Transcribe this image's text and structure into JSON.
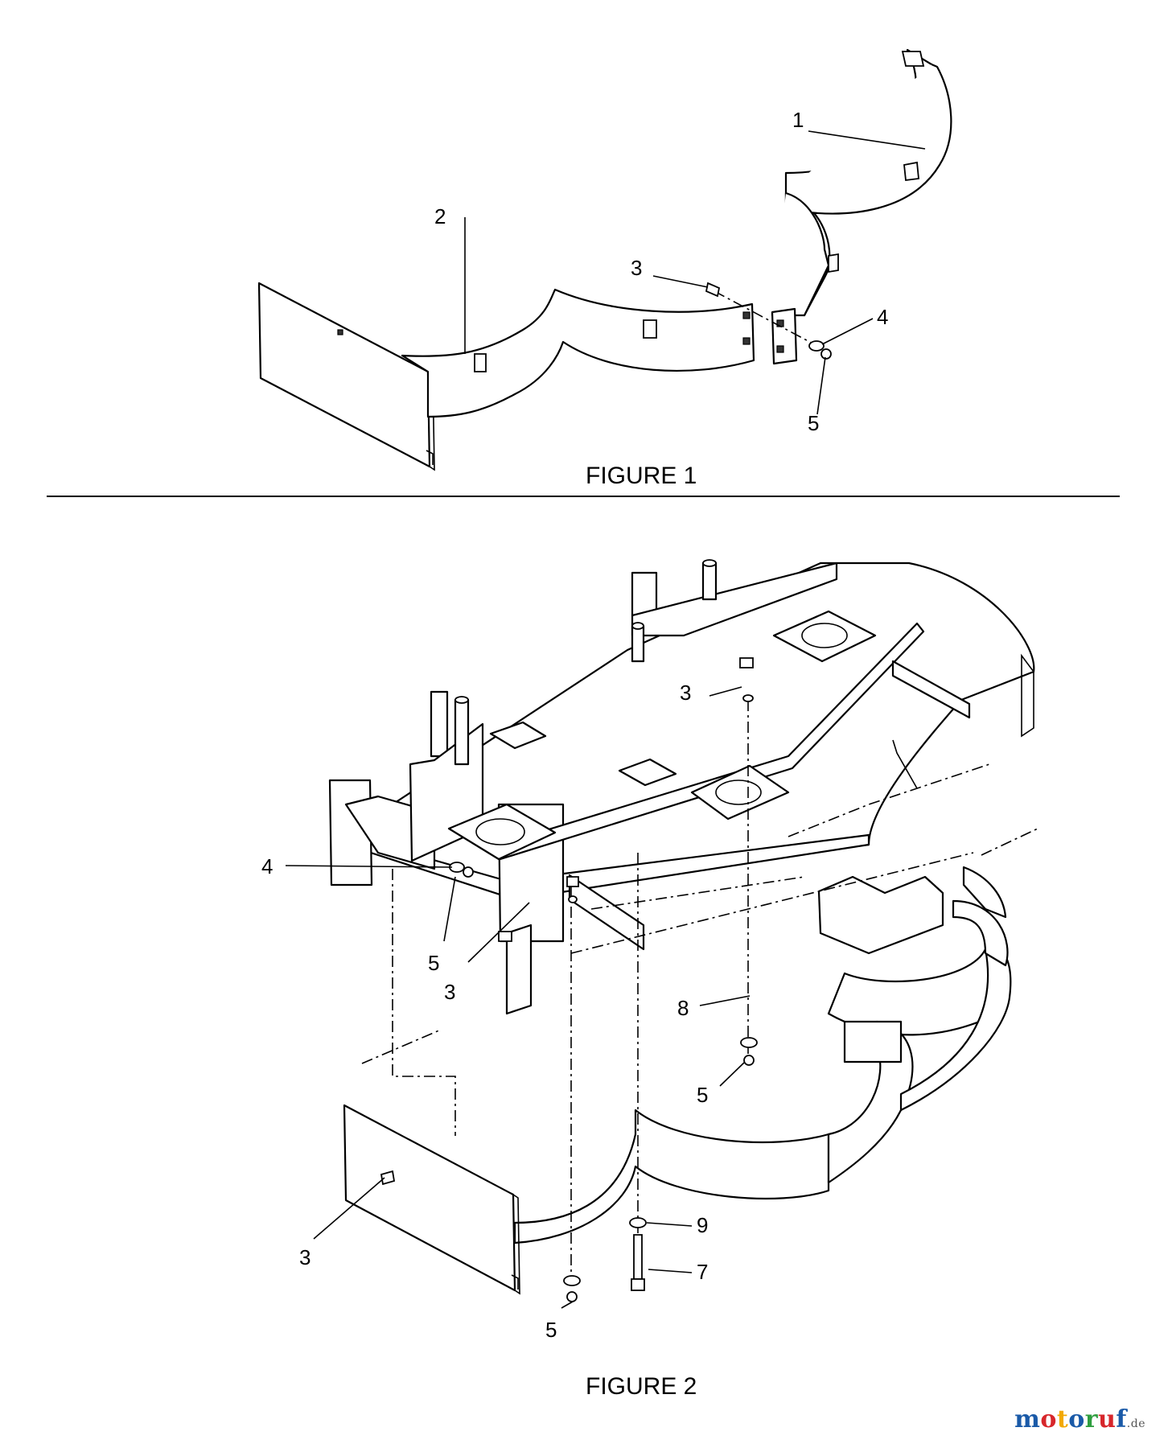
{
  "figures": [
    {
      "caption": "FIGURE 1",
      "callouts": [
        {
          "id": "f1-1",
          "label": "1"
        },
        {
          "id": "f1-2",
          "label": "2"
        },
        {
          "id": "f1-3",
          "label": "3"
        },
        {
          "id": "f1-4",
          "label": "4"
        },
        {
          "id": "f1-5",
          "label": "5"
        }
      ]
    },
    {
      "caption": "FIGURE 2",
      "callouts": [
        {
          "id": "f2-3a",
          "label": "3"
        },
        {
          "id": "f2-4",
          "label": "4"
        },
        {
          "id": "f2-5a",
          "label": "5"
        },
        {
          "id": "f2-3b",
          "label": "3"
        },
        {
          "id": "f2-8",
          "label": "8"
        },
        {
          "id": "f2-5b",
          "label": "5"
        },
        {
          "id": "f2-3c",
          "label": "3"
        },
        {
          "id": "f2-9",
          "label": "9"
        },
        {
          "id": "f2-7",
          "label": "7"
        },
        {
          "id": "f2-5c",
          "label": "5"
        }
      ]
    }
  ],
  "watermark": {
    "letters": [
      "m",
      "o",
      "t",
      "o",
      "r",
      "u",
      "f"
    ],
    "letter_colors": [
      "#1a5aa8",
      "#d7262b",
      "#f2a900",
      "#1a5aa8",
      "#2f9e3f",
      "#d7262b",
      "#1a5aa8"
    ],
    "suffix": ".de",
    "suffix_color": "#555555"
  }
}
